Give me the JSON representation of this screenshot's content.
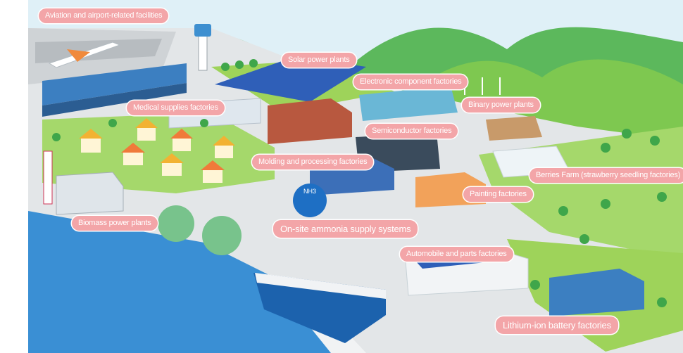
{
  "labels": {
    "aviation": "Aviation and airport-related facilities",
    "solar": "Solar power plants",
    "electronic": "Electronic component factories",
    "binary": "Binary power plants",
    "medical": "Medical supplies factories",
    "semiconductor": "Semiconductor factories",
    "molding": "Molding and processing factories",
    "berries": "Berries Farm (strawberry seedling factories)",
    "painting": "Painting factories",
    "biomass": "Biomass power plants",
    "ammonia": "On-site ammonia supply systems",
    "automobile": "Automobile and parts factories",
    "lithium": "Lithium-ion battery factories"
  },
  "tank_text": "NH3",
  "colors": {
    "label_bg": "#f3a5a8",
    "sea": "#3a8fd4",
    "grass": "#9ed35a",
    "mountain": "#4caf50",
    "sky": "#d8eef7"
  }
}
